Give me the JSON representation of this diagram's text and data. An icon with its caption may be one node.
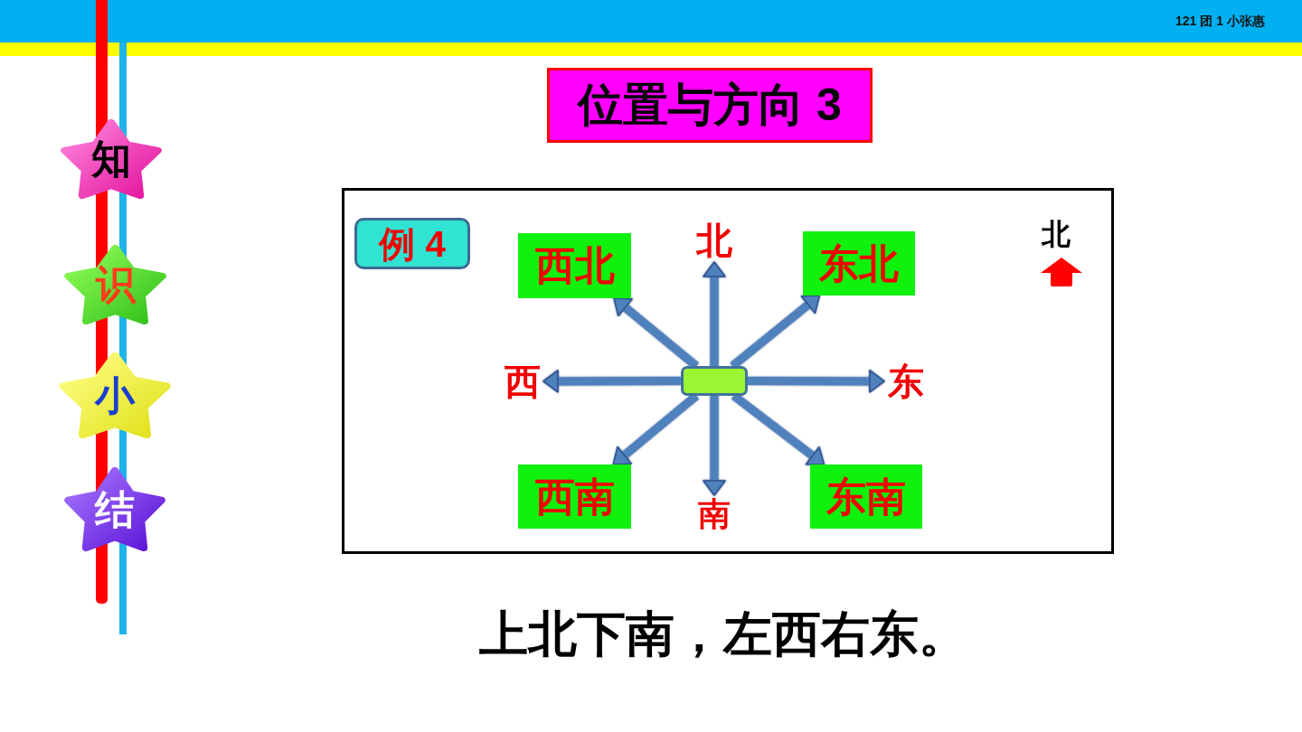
{
  "diagram": {
    "title": "位置与方向 3",
    "caption": "上北下南，左西右东。",
    "nodes": [
      {
        "text": [
          "知"
        ]
      },
      {
        "text": [
          "识"
        ]
      },
      {
        "text": [
          "小"
        ]
      },
      {
        "text": [
          "结"
        ]
      },
      {
        "text": [],
        "shape": "box"
      },
      {
        "text": [
          "例 4"
        ],
        "in": 4
      },
      {
        "text": [
          "西北"
        ],
        "in": 4
      },
      {
        "text": [
          "北"
        ],
        "in": 4
      },
      {
        "text": [
          "东北"
        ],
        "in": 4
      },
      {
        "text": [
          "西"
        ],
        "in": 4
      },
      {
        "text": [],
        "shape": "box",
        "in": 4
      },
      {
        "text": [
          "东"
        ],
        "in": 4
      },
      {
        "text": [
          "西南"
        ],
        "in": 4
      },
      {
        "text": [
          "南"
        ],
        "in": 4
      },
      {
        "text": [
          "东南"
        ],
        "in": 4
      }
    ],
    "edges": [
      {
        "from": 10,
        "to": 7,
        "arrow": "to"
      },
      {
        "from": 10,
        "to": 8,
        "arrow": "to"
      },
      {
        "from": 10,
        "to": 11,
        "arrow": "to"
      },
      {
        "from": 10,
        "to": 14,
        "arrow": "to"
      },
      {
        "from": 10,
        "to": 13,
        "arrow": "to"
      },
      {
        "from": 10,
        "to": 12,
        "arrow": "to"
      },
      {
        "from": 10,
        "to": 9,
        "arrow": "to"
      },
      {
        "from": 10,
        "to": 6,
        "arrow": "to"
      }
    ],
    "labels": [
      "121 团 1 小张惠",
      "北"
    ]
  }
}
